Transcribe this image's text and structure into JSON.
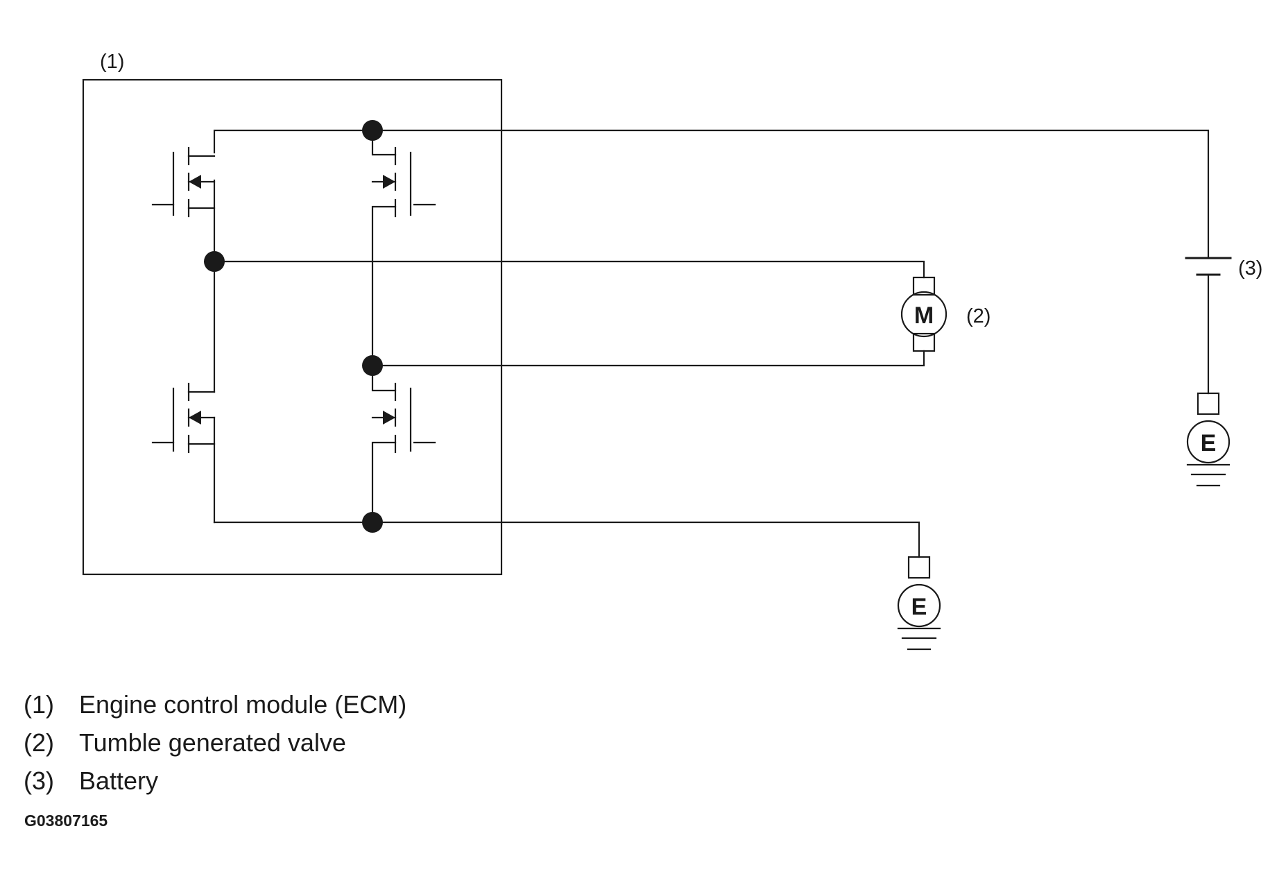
{
  "callouts": {
    "ecm": "(1)",
    "valve": "(2)",
    "battery": "(3)"
  },
  "symbols": {
    "motor_letter": "M",
    "ground_letter": "E"
  },
  "legend": [
    {
      "number": "(1)",
      "text": "Engine control module (ECM)"
    },
    {
      "number": "(2)",
      "text": "Tumble generated valve"
    },
    {
      "number": "(3)",
      "text": "Battery"
    }
  ],
  "figure_id": "G03807165"
}
